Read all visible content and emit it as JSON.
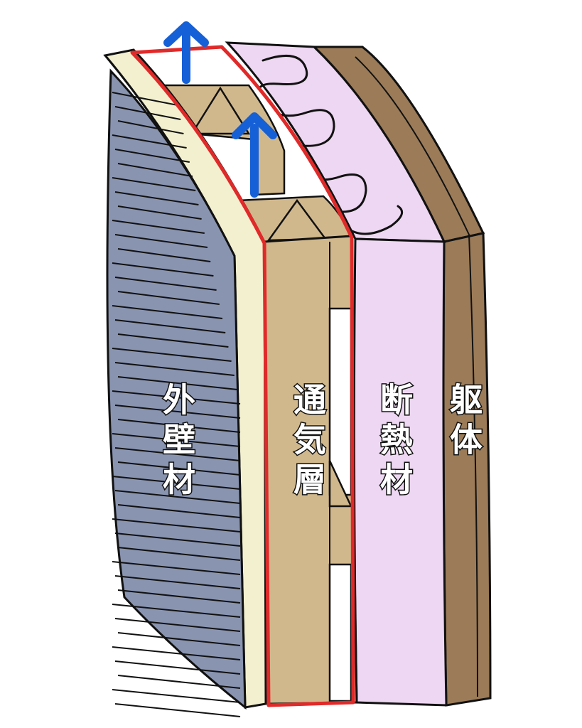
{
  "layers": [
    {
      "key": "cladding",
      "label": "外壁材",
      "color": "#8994b0"
    },
    {
      "key": "vent",
      "label": "通気層",
      "color": "#d1b88c"
    },
    {
      "key": "insulation",
      "label": "断熱材",
      "color": "#eed7f2"
    },
    {
      "key": "structure",
      "label": "躯体",
      "color": "#9b7b58"
    }
  ],
  "colors": {
    "sheathing": "#f2f0cf",
    "highlight": "#e02a2a",
    "airflow": "#1560d6",
    "outline": "#111111"
  }
}
